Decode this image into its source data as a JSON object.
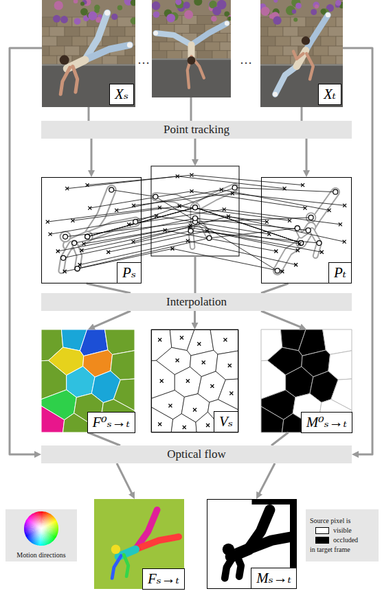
{
  "diagram": {
    "nodes": [
      {
        "text": [
          "Xₛ"
        ]
      },
      {
        "text": [
          "Xₜ"
        ]
      },
      {
        "text": [
          "Point tracking"
        ]
      },
      {
        "text": [
          "Pₛ"
        ]
      },
      {
        "text": [
          "Pₜ"
        ]
      },
      {
        "text": [
          "Interpolation"
        ]
      },
      {
        "text": [
          "F⁰ₛ→ₜ"
        ]
      },
      {
        "text": [
          "Vₛ"
        ]
      },
      {
        "text": [
          "M⁰ₛ→ₜ"
        ]
      },
      {
        "text": [
          "Optical flow"
        ]
      },
      {
        "text": [
          "Motion directions"
        ]
      },
      {
        "text": [
          "Fₛ→ₜ"
        ]
      },
      {
        "text": [
          "Mₛ→ₜ"
        ]
      },
      {
        "text": [
          "Source pixel is",
          "in target frame"
        ]
      }
    ],
    "edges": [
      {
        "from": 0,
        "to": 2,
        "arrow": "none"
      },
      {
        "from": 1,
        "to": 2,
        "arrow": "none"
      },
      {
        "from": 2,
        "to": 3,
        "arrow": "to"
      },
      {
        "from": 2,
        "to": 4,
        "arrow": "to"
      },
      {
        "from": 3,
        "to": 5,
        "arrow": "none"
      },
      {
        "from": 4,
        "to": 5,
        "arrow": "none"
      },
      {
        "from": 5,
        "to": 6,
        "arrow": "to"
      },
      {
        "from": 5,
        "to": 7,
        "arrow": "to"
      },
      {
        "from": 5,
        "to": 8,
        "arrow": "to"
      },
      {
        "from": 6,
        "to": 9,
        "arrow": "none"
      },
      {
        "from": 8,
        "to": 9,
        "arrow": "none"
      },
      {
        "from": 0,
        "to": 9,
        "arrow": "to"
      },
      {
        "from": 1,
        "to": 9,
        "arrow": "to"
      },
      {
        "from": 9,
        "to": 11,
        "arrow": "to"
      },
      {
        "from": 9,
        "to": 12,
        "arrow": "to"
      }
    ],
    "labels": [
      "…",
      "…"
    ],
    "legend": [
      {
        "text": "visible",
        "color": "#ffffff"
      },
      {
        "text": "occluded",
        "color": "#000000"
      }
    ]
  }
}
